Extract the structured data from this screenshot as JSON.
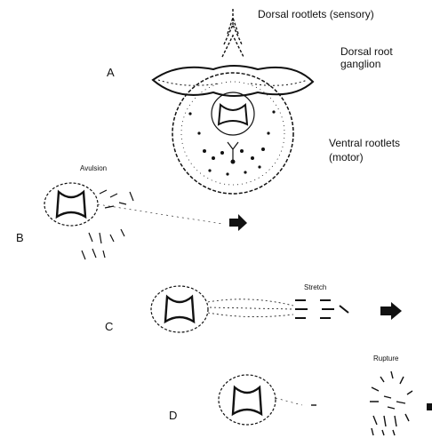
{
  "labels": {
    "dorsal_rootlets": "Dorsal rootlets (sensory)",
    "dorsal_root_ganglion_line1": "Dorsal root",
    "dorsal_root_ganglion_line2": "ganglion",
    "ventral_rootlets_line1": "Ventral rootlets",
    "ventral_rootlets_line2": "(motor)",
    "avulsion": "Avulsion",
    "stretch": "Stretch",
    "rupture": "Rupture"
  },
  "panels": {
    "a": "A",
    "b": "B",
    "c": "C",
    "d": "D"
  },
  "colors": {
    "ink": "#111111",
    "background": "#ffffff"
  },
  "icons": {
    "arrow": "right-arrow-icon",
    "end_marker": "square-marker-icon"
  }
}
